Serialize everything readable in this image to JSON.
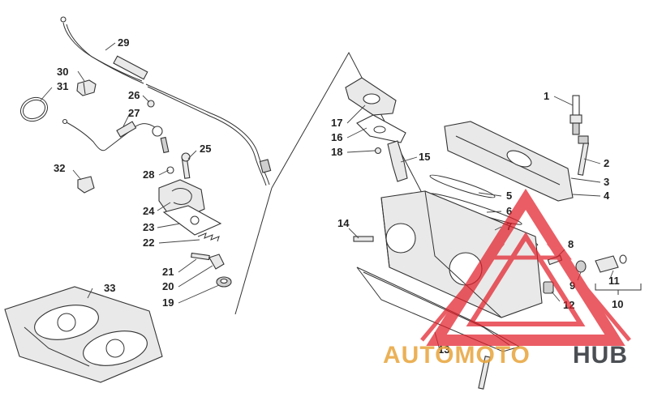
{
  "watermark": {
    "word1": "AUTOMOTO",
    "word2": "HUB",
    "colors": {
      "accent": "#e8a33a",
      "dark": "#2b3036",
      "triangle": "#e3202a"
    }
  },
  "callouts": {
    "c1": "1",
    "c2": "2",
    "c3": "3",
    "c4": "4",
    "c5": "5",
    "c6": "6",
    "c7": "7",
    "c8": "8",
    "c9": "9",
    "c10": "10",
    "c11": "11",
    "c12": "12",
    "c13": "13",
    "c14": "14",
    "c15": "15",
    "c16": "16",
    "c17": "17",
    "c18": "18",
    "c19": "19",
    "c20": "20",
    "c21": "21",
    "c22": "22",
    "c23": "23",
    "c24": "24",
    "c25": "25",
    "c26": "26",
    "c27": "27",
    "c28": "28",
    "c29": "29",
    "c30": "30",
    "c31": "31",
    "c32": "32",
    "c33": "33"
  }
}
